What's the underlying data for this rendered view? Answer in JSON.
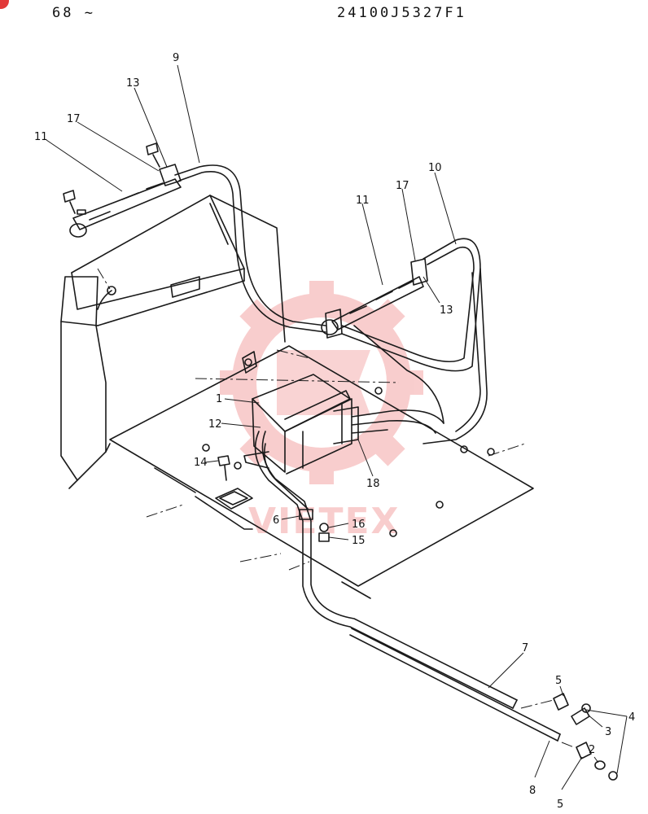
{
  "header": {
    "left_code": "68 ~",
    "right_code": "24100J5327F1",
    "corner_badge": "4"
  },
  "watermark": {
    "text": "VIETEX",
    "color": "#f4a6a6"
  },
  "part_callouts": [
    {
      "id": "9",
      "label": "9"
    },
    {
      "id": "13a",
      "label": "13"
    },
    {
      "id": "17a",
      "label": "17"
    },
    {
      "id": "11a",
      "label": "11"
    },
    {
      "id": "10",
      "label": "10"
    },
    {
      "id": "11b",
      "label": "11"
    },
    {
      "id": "17b",
      "label": "17"
    },
    {
      "id": "13b",
      "label": "13"
    },
    {
      "id": "1",
      "label": "1"
    },
    {
      "id": "12",
      "label": "12"
    },
    {
      "id": "14",
      "label": "14"
    },
    {
      "id": "18",
      "label": "18"
    },
    {
      "id": "6",
      "label": "6"
    },
    {
      "id": "16",
      "label": "16"
    },
    {
      "id": "15",
      "label": "15"
    },
    {
      "id": "7",
      "label": "7"
    },
    {
      "id": "5a",
      "label": "5"
    },
    {
      "id": "4",
      "label": "4"
    },
    {
      "id": "3",
      "label": "3"
    },
    {
      "id": "2",
      "label": "2"
    },
    {
      "id": "8",
      "label": "8"
    },
    {
      "id": "5b",
      "label": "5"
    }
  ],
  "colors": {
    "line": "#1a1a1a",
    "watermark": "#f4a6a6"
  }
}
